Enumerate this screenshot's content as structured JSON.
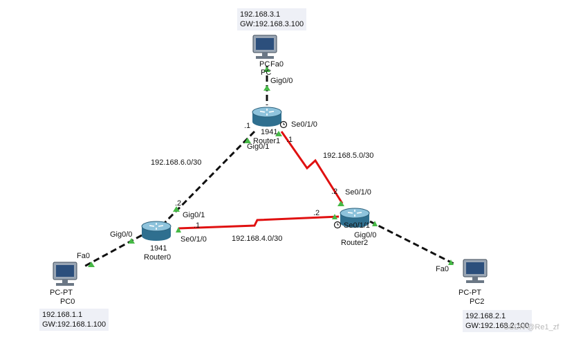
{
  "colors": {
    "ethernet": "#111111",
    "serial": "#e01010",
    "port_up": "#46b946",
    "box_bg": "#eef0f6"
  },
  "pc_top": {
    "ip": "192.168.3.1",
    "gw": "GW:192.168.3.100",
    "label_top": "PC",
    "label_bottom": "PC",
    "port": "Fa0"
  },
  "pc0": {
    "ip": "192.168.1.1",
    "gw": "GW:192.168.1.100",
    "model": "PC-PT",
    "name": "PC0",
    "port": "Fa0"
  },
  "pc2": {
    "ip": "192.168.2.1",
    "gw": "GW:192.168.2.100",
    "model": "PC-PT",
    "name": "PC2",
    "port": "Fa0"
  },
  "router1": {
    "model": "1941",
    "name": "Router1",
    "port_down": "Gig0/0",
    "port_left": "Gig0/1",
    "port_right": "Se0/1/0",
    "addr_left": ".1",
    "addr_right": ".1"
  },
  "router0": {
    "model": "1941",
    "name": "Router0",
    "port_pc": "Gig0/0",
    "port_up": "Gig0/1",
    "port_right": "Se0/1/0",
    "addr_up": ".2",
    "addr_right": ".1"
  },
  "router2": {
    "name": "Router2",
    "port_up": "Se0/1/0",
    "port_left": "Se0/1/1",
    "port_pc": "Gig0/0",
    "addr_up": ".2",
    "addr_left": ".2"
  },
  "networks": {
    "n6": "192.168.6.0/30",
    "n5": "192.168.5.0/30",
    "n4": "192.168.4.0/30"
  },
  "watermark": "CSDN @Re1_zf"
}
